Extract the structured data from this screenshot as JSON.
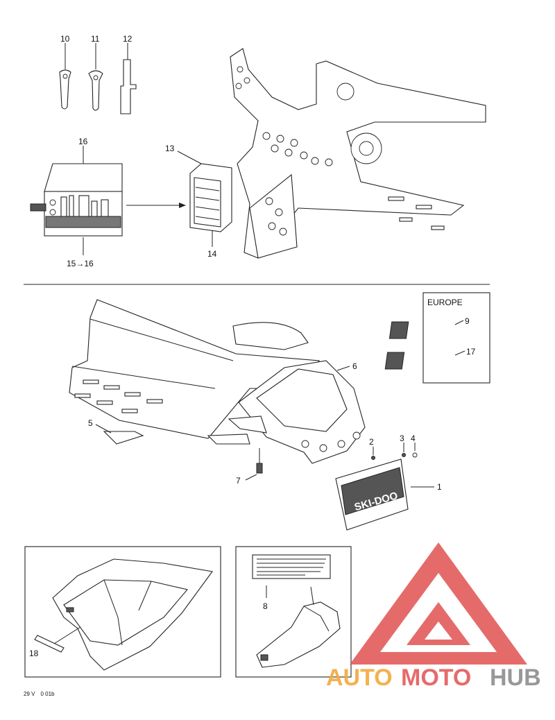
{
  "callouts": {
    "c10": "10",
    "c11": "11",
    "c12": "12",
    "c13": "13",
    "c14": "14",
    "c16": "16",
    "c1516": "15→16",
    "c6": "6",
    "c5": "5",
    "c7": "7",
    "c2": "2",
    "c3": "3",
    "c4": "4",
    "c1": "1",
    "c9": "9",
    "c17": "17",
    "c8": "8",
    "c18": "18"
  },
  "europe_label": "EUROPE",
  "mudflap_brand": "SKI-DOO",
  "figure_code": "29 V 0 01b",
  "watermark": {
    "auto": "AUTO",
    "moto": "MOTO",
    "hub": "HUB",
    "color_red": "#e35b5b",
    "color_orange": "#f2a93b",
    "color_gray": "#8d8d8d"
  }
}
